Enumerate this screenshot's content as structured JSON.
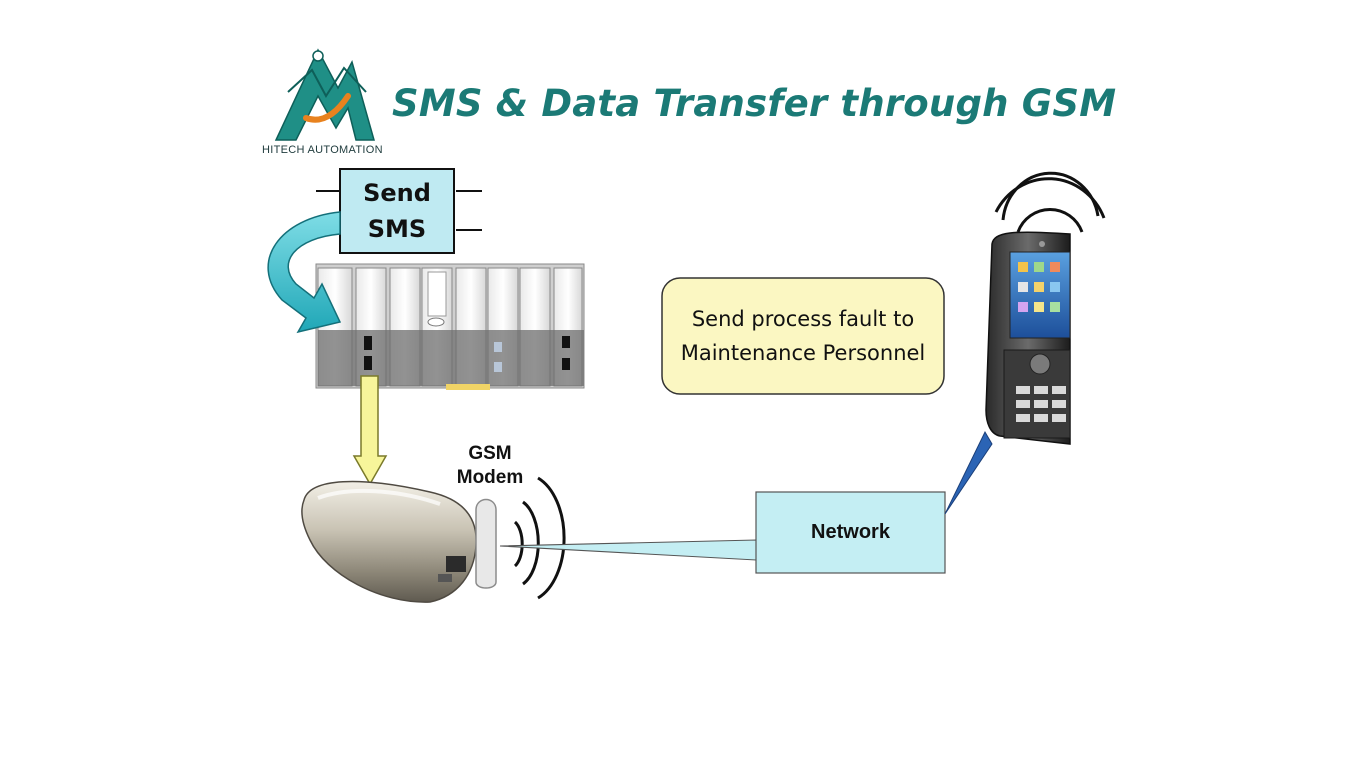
{
  "slide": {
    "title": "SMS & Data Transfer through GSM",
    "logo_text": "HITECH AUTOMATION"
  },
  "diagram": {
    "send_sms_block": {
      "line1": "Send",
      "line2": "SMS"
    },
    "callout": {
      "text": "Send process fault to Maintenance Personnel"
    },
    "modem_label": {
      "line1": "GSM",
      "line2": "Modem"
    },
    "network_label": "Network"
  },
  "colors": {
    "title": "#1b7a76",
    "logo_green": "#1f8f86",
    "logo_orange": "#e8821e",
    "box_fill": "#bfeaf2",
    "box_stroke": "#111111",
    "callout_fill": "#fbf7c2",
    "callout_stroke": "#333333",
    "curved_arrow": "#3fc3cf",
    "down_arrow": "#f7f59a",
    "network_fill": "#c4eef3",
    "link_blue": "#2b64b5"
  },
  "icons": {
    "logo": "hitech-automation-logo-icon",
    "plc": "plc-rack-icon",
    "modem": "gsm-modem-icon",
    "phone": "mobile-phone-icon",
    "signal": "signal-waves-icon"
  }
}
